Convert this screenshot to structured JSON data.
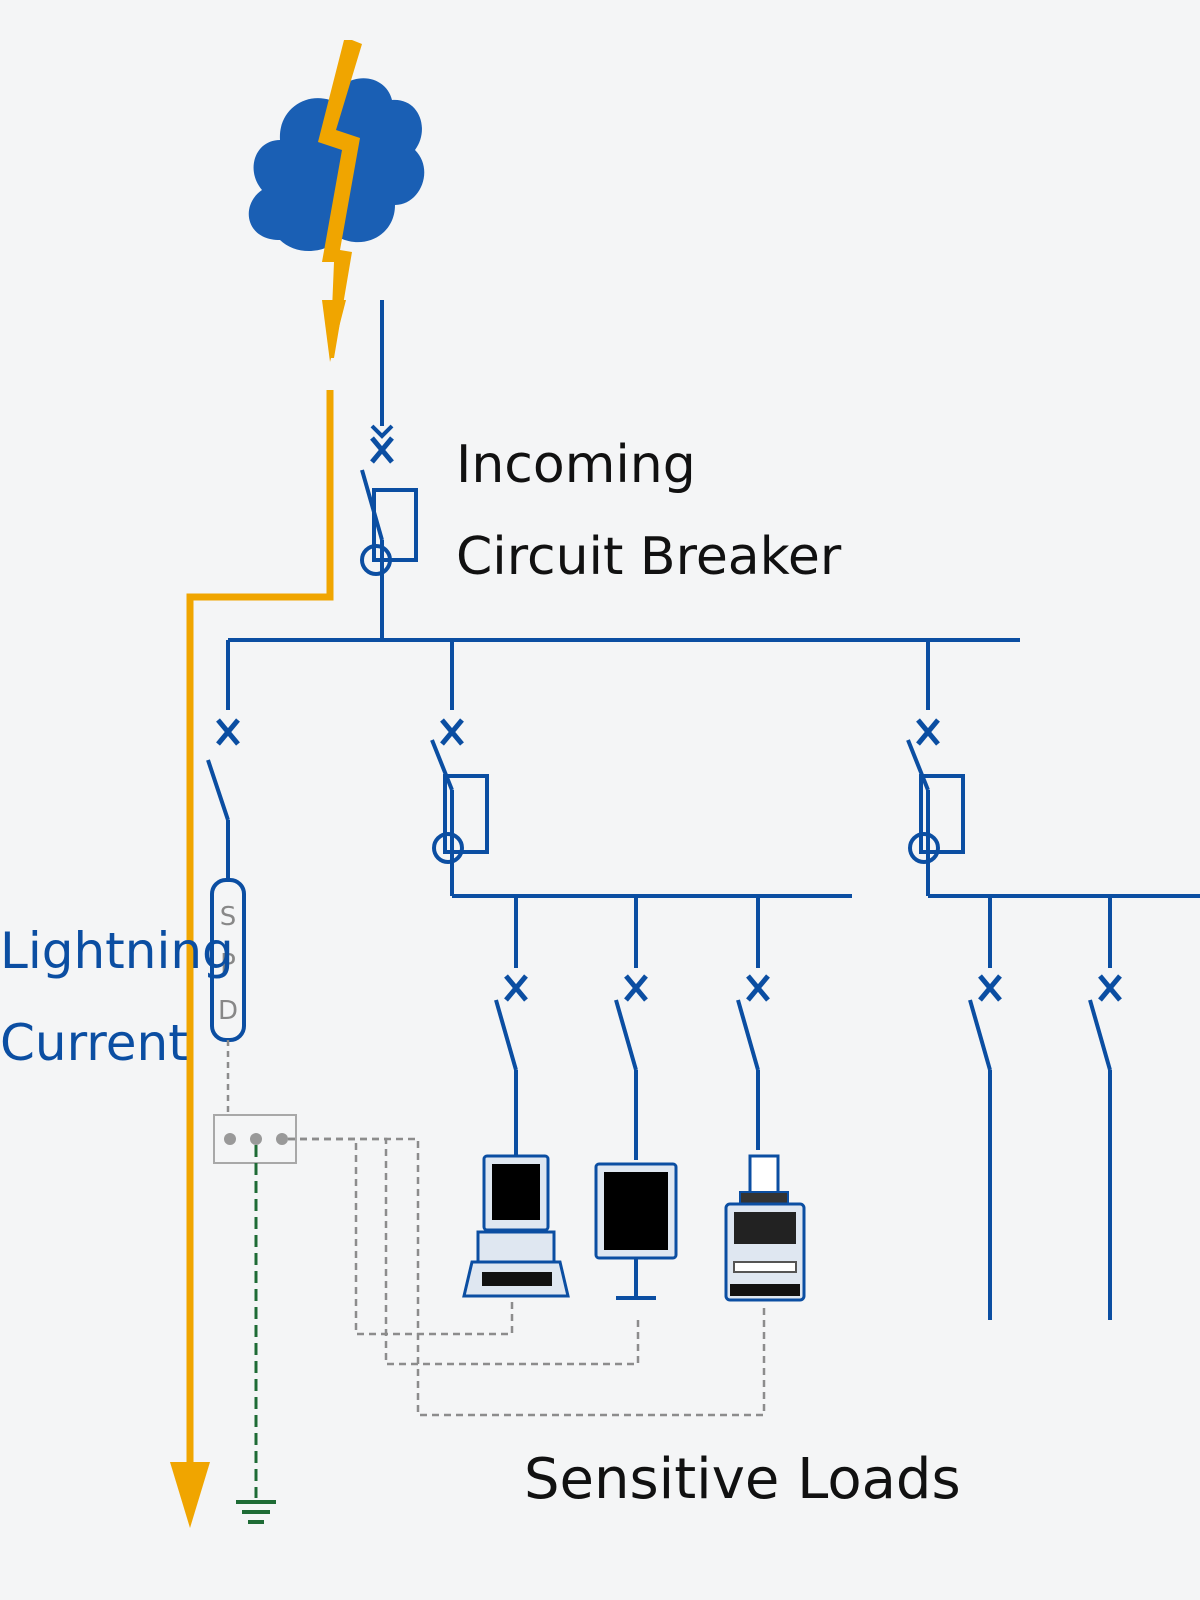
{
  "labels": {
    "incoming_line1": "Incoming",
    "incoming_line2": "Circuit Breaker",
    "lightning_line1": "Lightning",
    "lightning_line2": "Current",
    "sensitive_loads": "Sensitive Loads",
    "spd_s": "S",
    "spd_p": "P",
    "spd_d": "D"
  },
  "colors": {
    "circuit": "#0b4ea2",
    "lightning": "#f0a500",
    "ground": "#1e6b35",
    "shield": "#8c8c8c",
    "cloud": "#1a5fb4"
  },
  "icons": [
    "storm-cloud-icon",
    "lightning-bolt-icon",
    "computer-icon",
    "monitor-icon",
    "printer-icon",
    "ground-icon"
  ]
}
